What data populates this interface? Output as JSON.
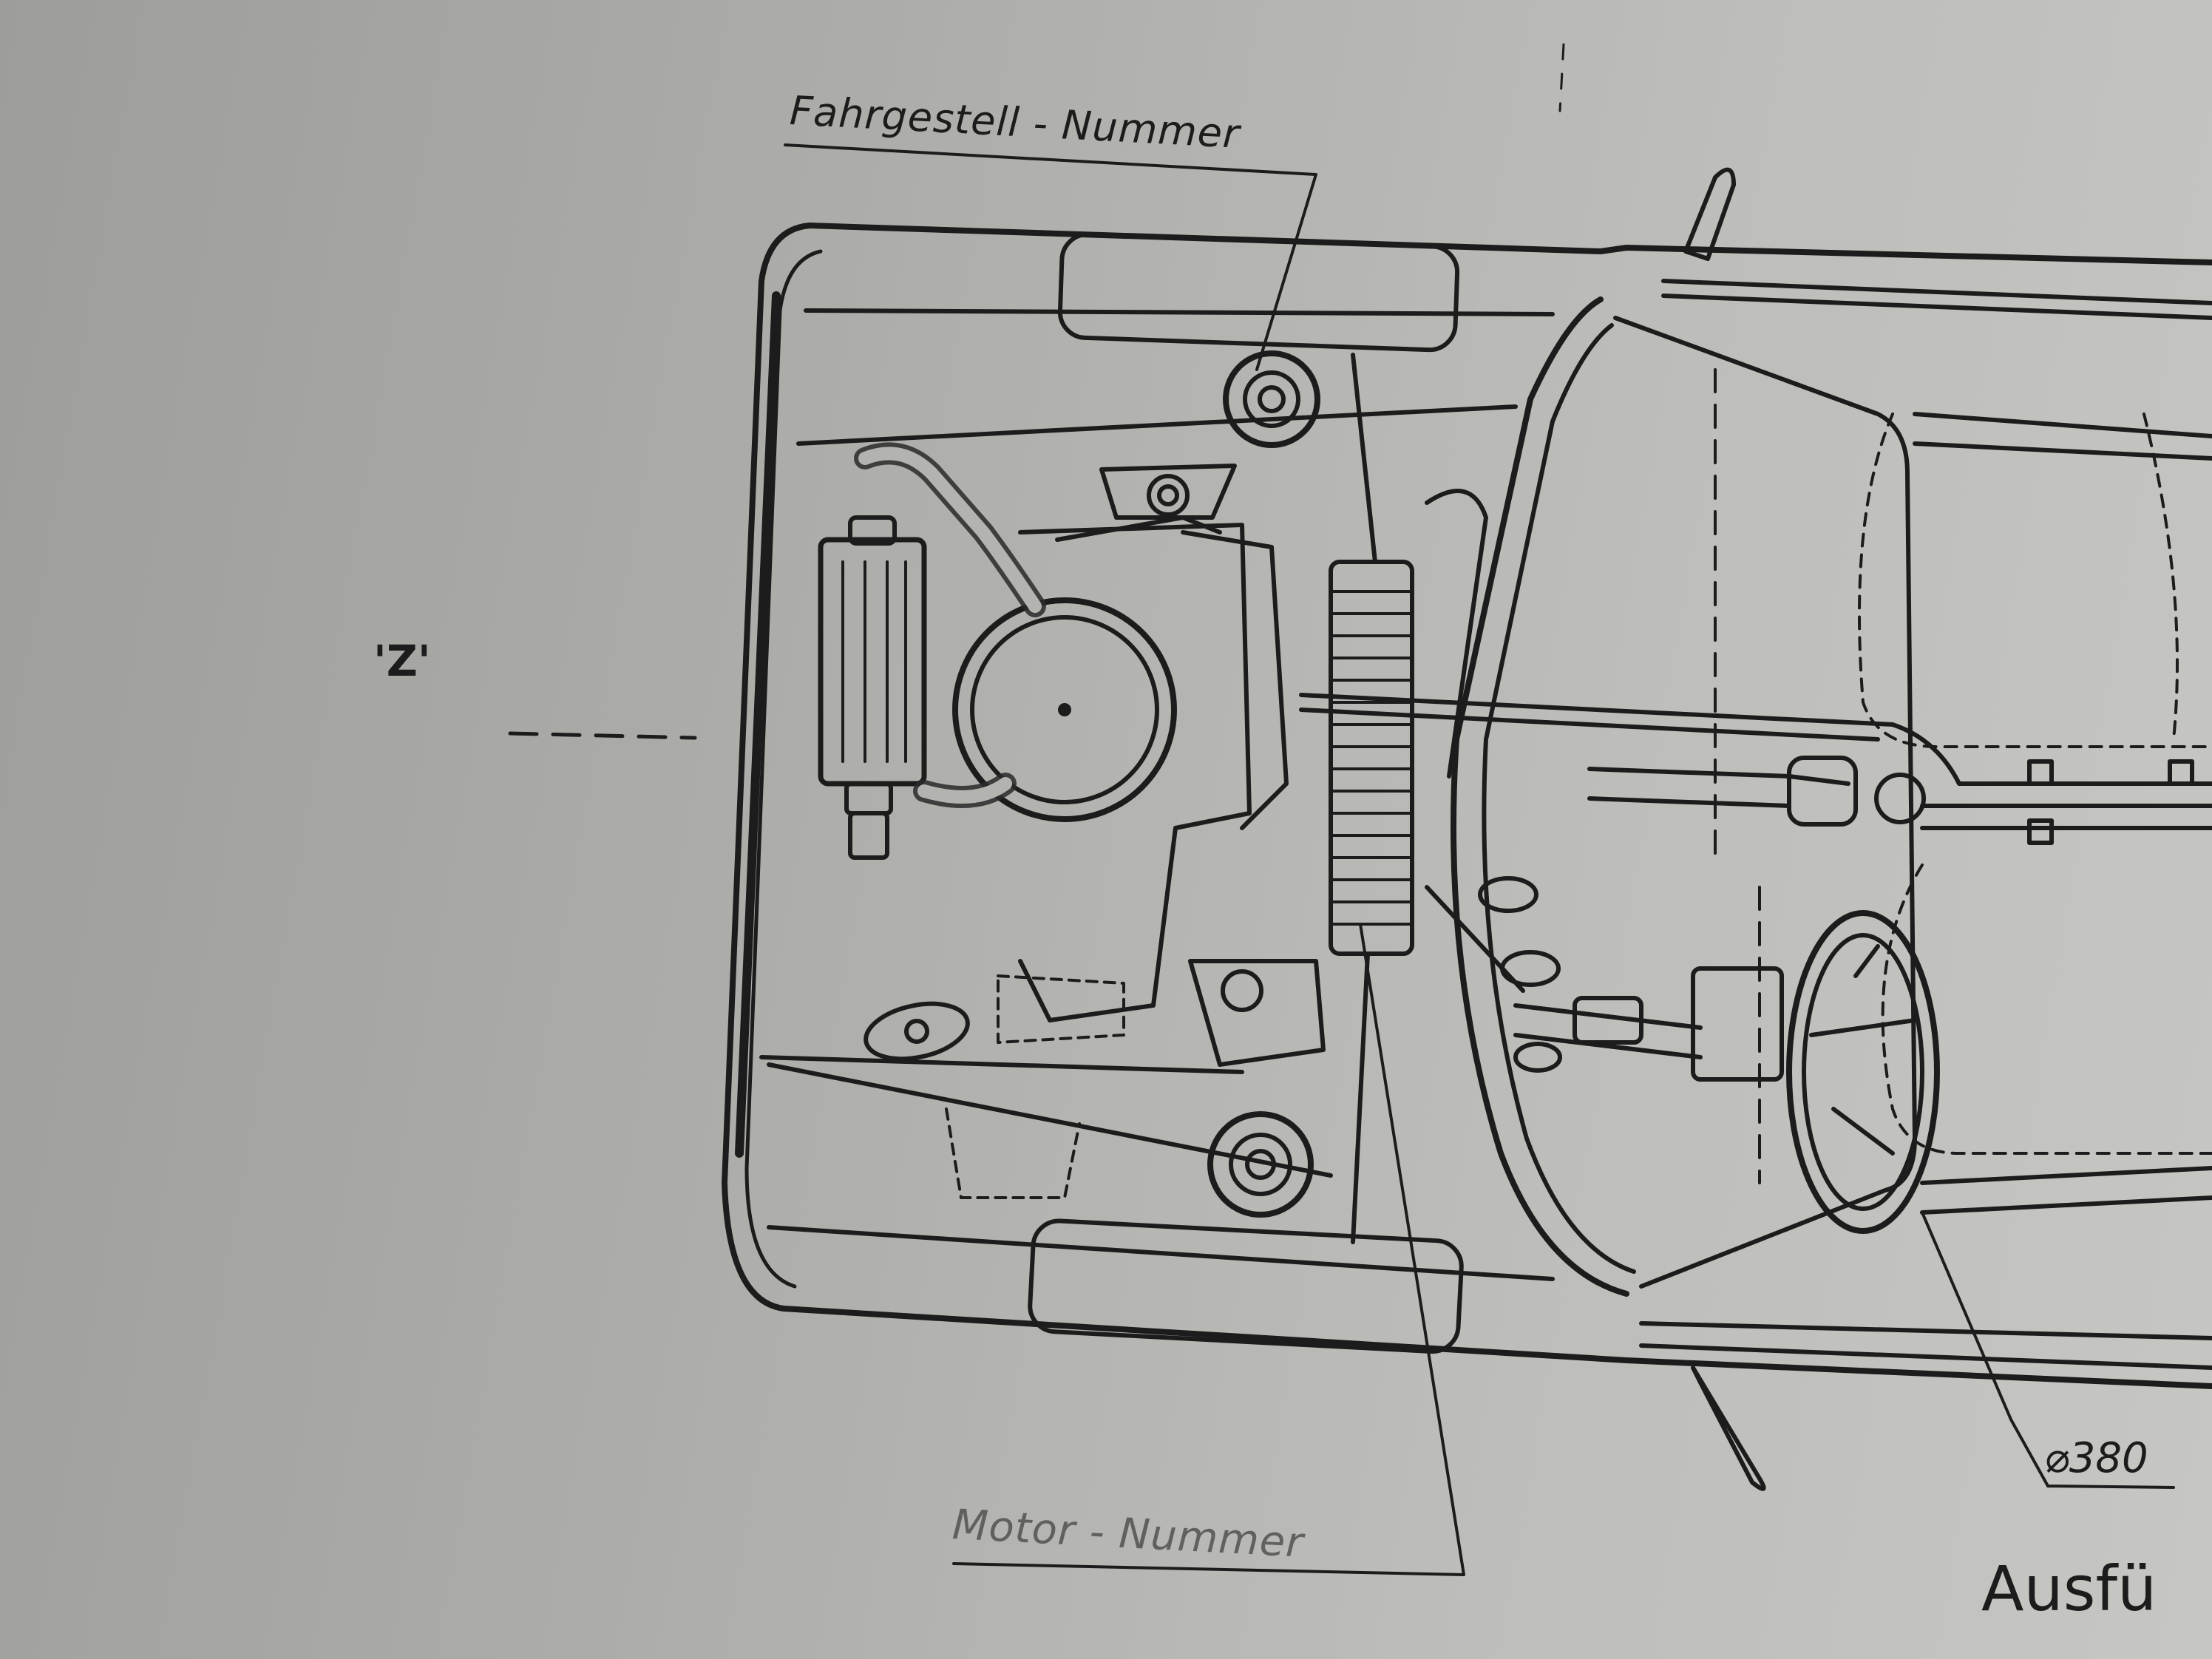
{
  "labels": {
    "chassis_number": "Fahrgestell - Nummer",
    "engine_number": "Motor - Nummer",
    "view_marker": "'Z'",
    "steering_wheel_dimension": "⌀380",
    "execution_heading": "Ausfü"
  },
  "colors": {
    "paper": "#b3b3af",
    "ink": "#1c1c1c"
  }
}
